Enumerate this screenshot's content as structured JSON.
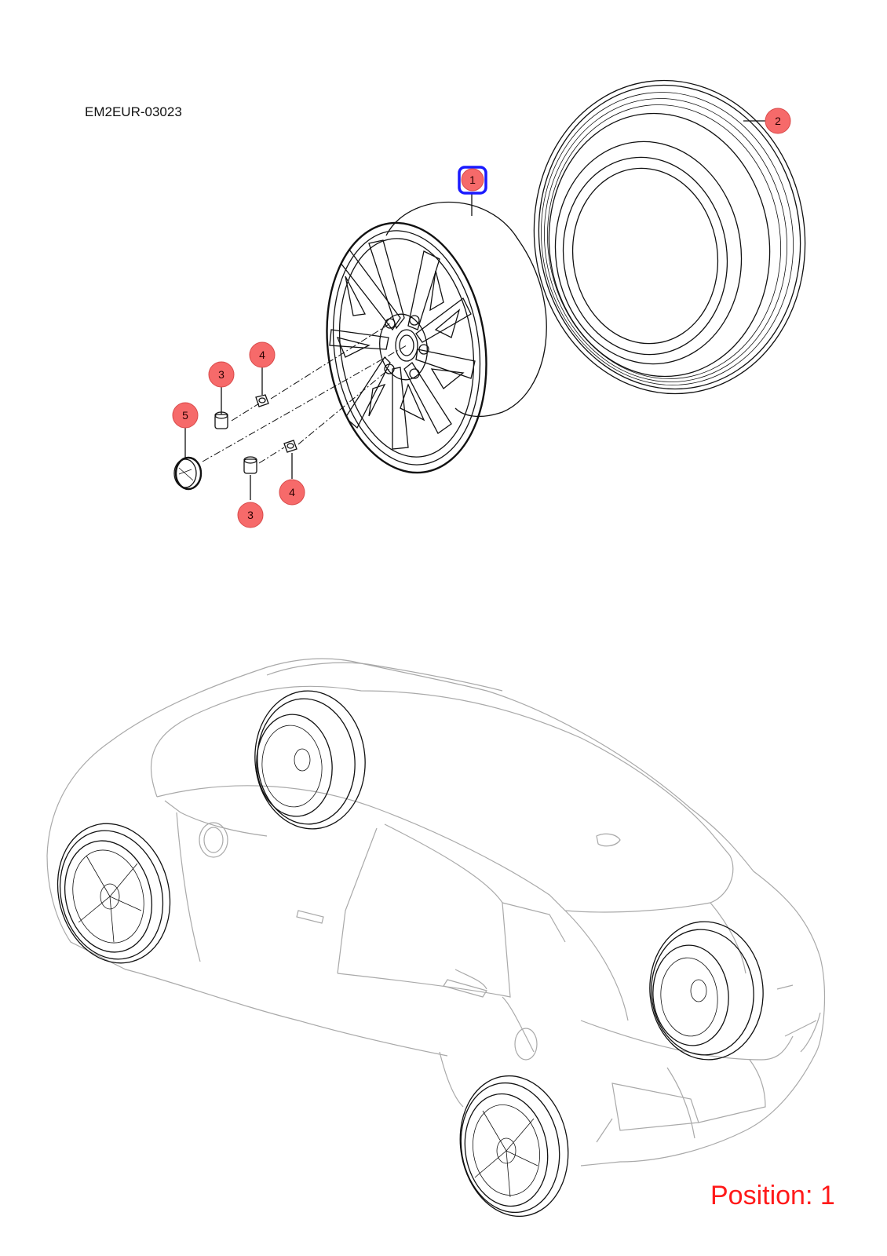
{
  "diagram": {
    "code": "EM2EUR-03023",
    "position_label": "Position: 1",
    "highlight_color": "#1a1aff",
    "callout_color": "#f66a6a",
    "callouts": [
      {
        "id": "1",
        "label": "1",
        "part": "wheel-rim",
        "selected": true
      },
      {
        "id": "2",
        "label": "2",
        "part": "tyre"
      },
      {
        "id": "3a",
        "label": "3",
        "part": "wheel-bolt-cap"
      },
      {
        "id": "4a",
        "label": "4",
        "part": "wheel-nut"
      },
      {
        "id": "5",
        "label": "5",
        "part": "hub-cap"
      },
      {
        "id": "3b",
        "label": "3",
        "part": "wheel-bolt-cap"
      },
      {
        "id": "4b",
        "label": "4",
        "part": "wheel-nut"
      }
    ]
  }
}
